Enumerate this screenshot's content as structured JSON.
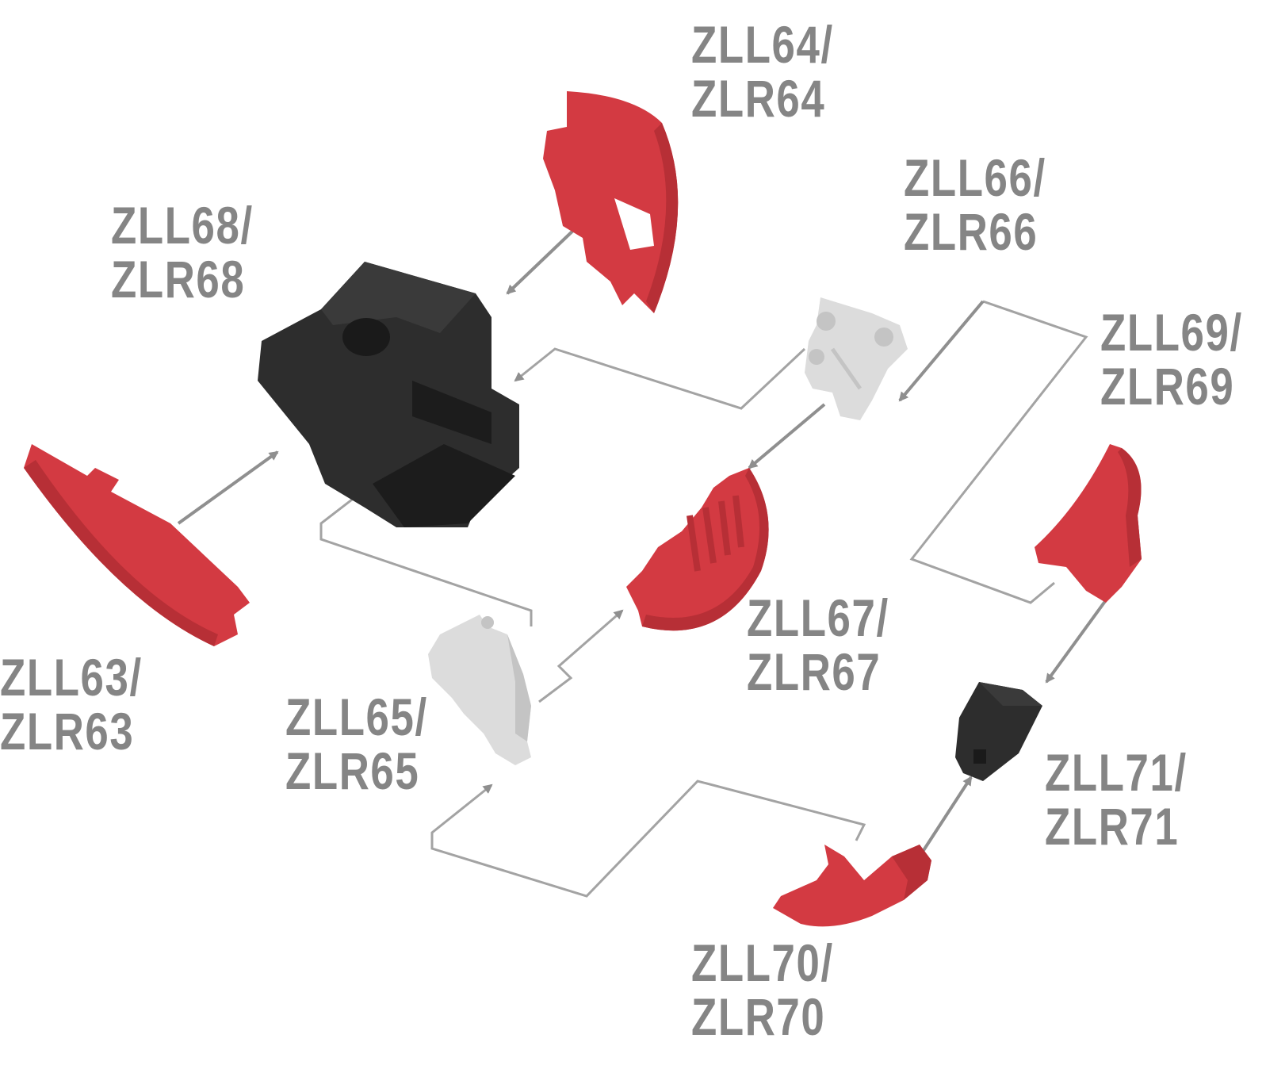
{
  "colors": {
    "red_part": "#d33a42",
    "red_shade": "#b72f36",
    "dark_part": "#2d2d2d",
    "dark_shade": "#1c1c1c",
    "light_part": "#dcdcdc",
    "light_shade": "#c4c4c4",
    "leader_line": "#a3a3a3",
    "arrow": "#8f8f8f",
    "label_text": "#858585"
  },
  "parts": [
    {
      "id": "p64",
      "line1": "ZLL64/",
      "line2": "ZLR64",
      "part_color": "red"
    },
    {
      "id": "p68",
      "line1": "ZLL68/",
      "line2": "ZLR68",
      "part_color": "dark"
    },
    {
      "id": "p66",
      "line1": "ZLL66/",
      "line2": "ZLR66",
      "part_color": "light"
    },
    {
      "id": "p69",
      "line1": "ZLL69/",
      "line2": "ZLR69",
      "part_color": "red"
    },
    {
      "id": "p63",
      "line1": "ZLL63/",
      "line2": "ZLR63",
      "part_color": "red"
    },
    {
      "id": "p67",
      "line1": "ZLL67/",
      "line2": "ZLR67",
      "part_color": "red"
    },
    {
      "id": "p65",
      "line1": "ZLL65/",
      "line2": "ZLR65",
      "part_color": "light"
    },
    {
      "id": "p71",
      "line1": "ZLL71/",
      "line2": "ZLR71",
      "part_color": "dark"
    },
    {
      "id": "p70",
      "line1": "ZLL70/",
      "line2": "ZLR70",
      "part_color": "red"
    }
  ]
}
